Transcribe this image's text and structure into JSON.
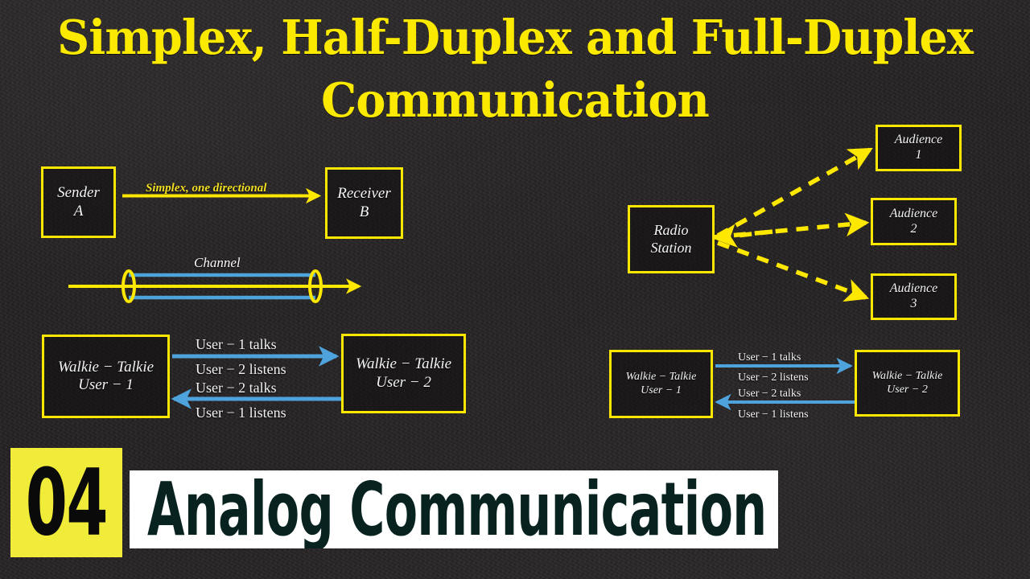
{
  "title": {
    "line1": "Simplex, Half-Duplex and Full-Duplex",
    "line2": "Communication"
  },
  "simplex": {
    "sender": {
      "l1": "Sender",
      "l2": "A"
    },
    "receiver": {
      "l1": "Receiver",
      "l2": "B"
    },
    "arrow_label": "Simplex, one directional"
  },
  "channel": {
    "label": "Channel"
  },
  "half_duplex": {
    "left_box": {
      "l1": "Walkie − Talkie",
      "l2": "User − 1"
    },
    "right_box": {
      "l1": "Walkie − Talkie",
      "l2": "User − 2"
    },
    "labels": {
      "top1": "User − 1 talks",
      "top2": "User − 2 listens",
      "bottom1": "User − 2 talks",
      "bottom2": "User − 1 listens"
    }
  },
  "broadcast": {
    "station": {
      "l1": "Radio",
      "l2": "Station"
    },
    "audiences": [
      {
        "l1": "Audience",
        "l2": "1"
      },
      {
        "l1": "Audience",
        "l2": "2"
      },
      {
        "l1": "Audience",
        "l2": "3"
      }
    ]
  },
  "full_duplex": {
    "left_box": {
      "l1": "Walkie − Talkie",
      "l2": "User − 1"
    },
    "right_box": {
      "l1": "Walkie − Talkie",
      "l2": "User − 2"
    },
    "labels": {
      "top1": "User − 1 talks",
      "top2": "User − 2 listens",
      "bottom1": "User − 2 talks",
      "bottom2": "User − 1 listens"
    }
  },
  "footer": {
    "number": "04",
    "course": "Analog Communication"
  },
  "colors": {
    "yellow": "#FFE800",
    "title_yellow": "#FBE900",
    "blue_arrow": "#4FA3DC",
    "background": "#272324",
    "badge_yellow": "#F1EC39",
    "banner_text": "#07221F"
  }
}
